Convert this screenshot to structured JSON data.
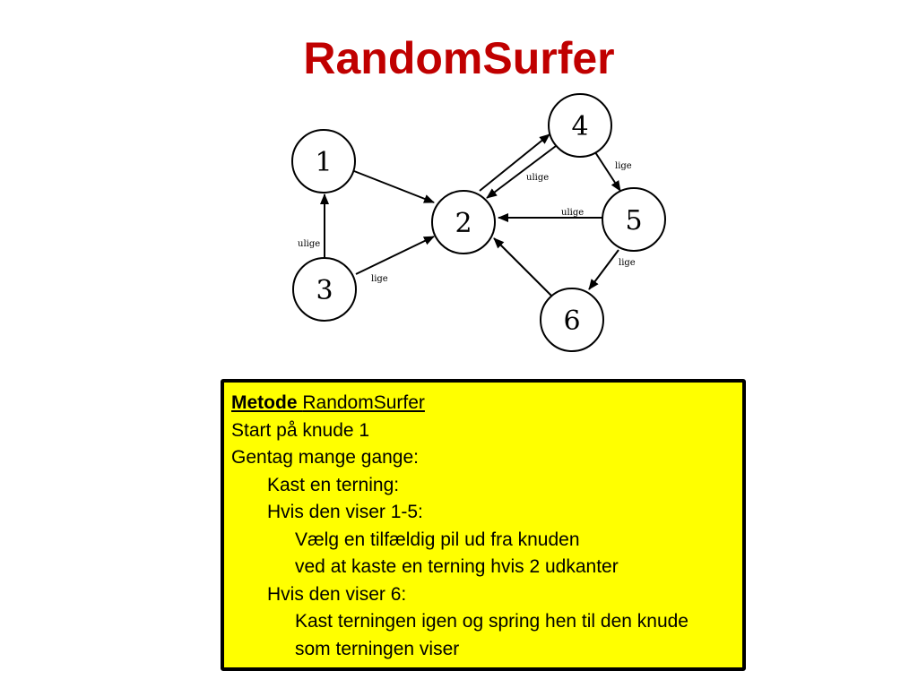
{
  "slide": {
    "title": "RandomSurfer"
  },
  "graph": {
    "nodes": [
      {
        "id": "1",
        "label": "1"
      },
      {
        "id": "2",
        "label": "2"
      },
      {
        "id": "3",
        "label": "3"
      },
      {
        "id": "4",
        "label": "4"
      },
      {
        "id": "5",
        "label": "5"
      },
      {
        "id": "6",
        "label": "6"
      }
    ],
    "edges": [
      {
        "from": "1",
        "to": "2",
        "label": ""
      },
      {
        "from": "3",
        "to": "1",
        "label": "ulige"
      },
      {
        "from": "3",
        "to": "2",
        "label": "lige"
      },
      {
        "from": "2",
        "to": "4",
        "label": ""
      },
      {
        "from": "4",
        "to": "2",
        "label": "ulige"
      },
      {
        "from": "4",
        "to": "5",
        "label": "lige"
      },
      {
        "from": "5",
        "to": "2",
        "label": "ulige"
      },
      {
        "from": "5",
        "to": "6",
        "label": "lige"
      },
      {
        "from": "6",
        "to": "2",
        "label": ""
      }
    ]
  },
  "algorithm": {
    "method_keyword": "Metode",
    "method_name": "RandomSurfer",
    "lines": [
      {
        "text": "Start på knude 1",
        "indent": 0
      },
      {
        "text": "Gentag mange gange:",
        "indent": 0
      },
      {
        "text": "Kast en terning:",
        "indent": 1
      },
      {
        "text": "Hvis den viser 1-5:",
        "indent": 1
      },
      {
        "text": "Vælg en tilfældig pil ud fra knuden",
        "indent": 2
      },
      {
        "text": "ved at kaste en terning hvis  2 udkanter",
        "indent": 2
      },
      {
        "text": "Hvis den viser 6:",
        "indent": 1
      },
      {
        "text": "Kast terningen igen og spring hen til den knude",
        "indent": 2
      },
      {
        "text": "som terningen viser",
        "indent": 2
      }
    ],
    "colors": {
      "background": "#ffff00",
      "border": "#000000"
    }
  },
  "colors": {
    "title": "#c00000"
  }
}
